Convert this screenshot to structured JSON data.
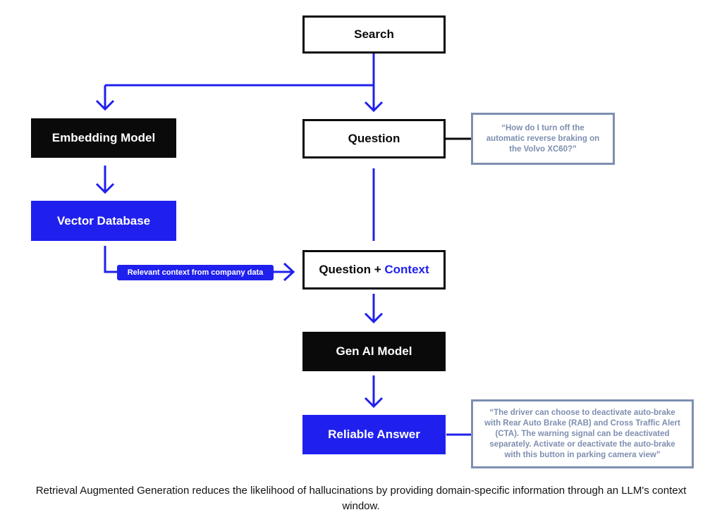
{
  "nodes": {
    "search": "Search",
    "embedding_model": "Embedding Model",
    "question": "Question",
    "vector_database": "Vector Database",
    "question_context_prefix": "Question + ",
    "question_context_highlight": "Context",
    "gen_ai_model": "Gen AI Model",
    "reliable_answer": "Reliable Answer"
  },
  "edge_label": "Relevant context from company data",
  "notes": {
    "question_example": "“How do I turn off the automatic reverse braking on the Volvo XC60?”",
    "answer_example": "“The driver can choose to deactivate auto-brake with Rear Auto Brake (RAB) and Cross Traffic Alert (CTA). The warning signal can be deactivated separately. Activate or deactivate the auto-brake with this button in parking camera view”"
  },
  "caption": "Retrieval Augmented Generation reduces the likelihood of hallucinations by providing domain-specific information through an LLM's context window.",
  "colors": {
    "accent_blue": "#2020ee",
    "black": "#0a0a0a",
    "note_border": "#7e8fb0"
  }
}
